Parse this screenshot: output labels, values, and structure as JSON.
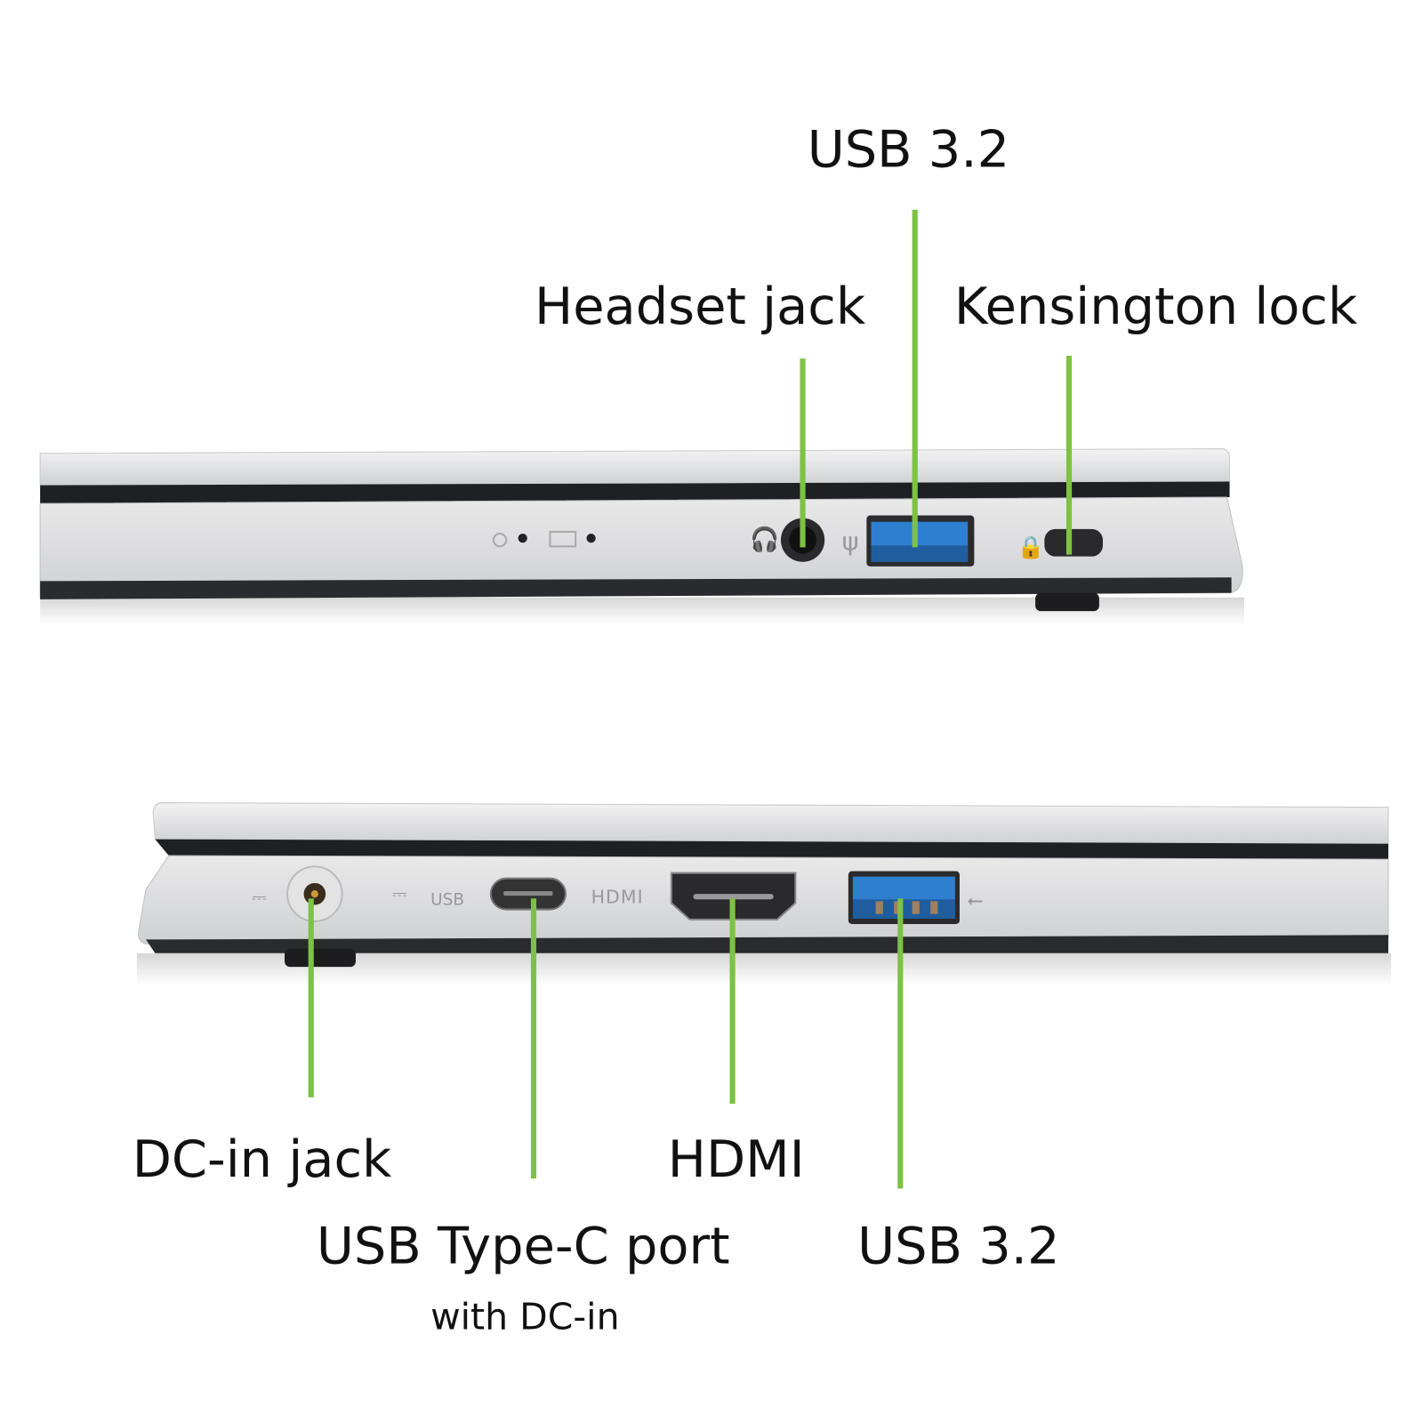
{
  "top_side": {
    "labels": {
      "usb": "USB 3.2",
      "headset": "Headset jack",
      "kensington": "Kensington lock"
    }
  },
  "bottom_side": {
    "labels": {
      "dc_in": "DC-in jack",
      "hdmi": "HDMI",
      "usb_c": "USB Type-C port",
      "usb_c_sub": "with DC-in",
      "usb": "USB 3.2"
    },
    "port_markings": {
      "usb_c": "USB",
      "hdmi": "HDMI"
    }
  },
  "colors": {
    "callout_line": "#7dc243",
    "usb3_blue": "#2f7fd0",
    "chassis": "#d9dadc"
  }
}
